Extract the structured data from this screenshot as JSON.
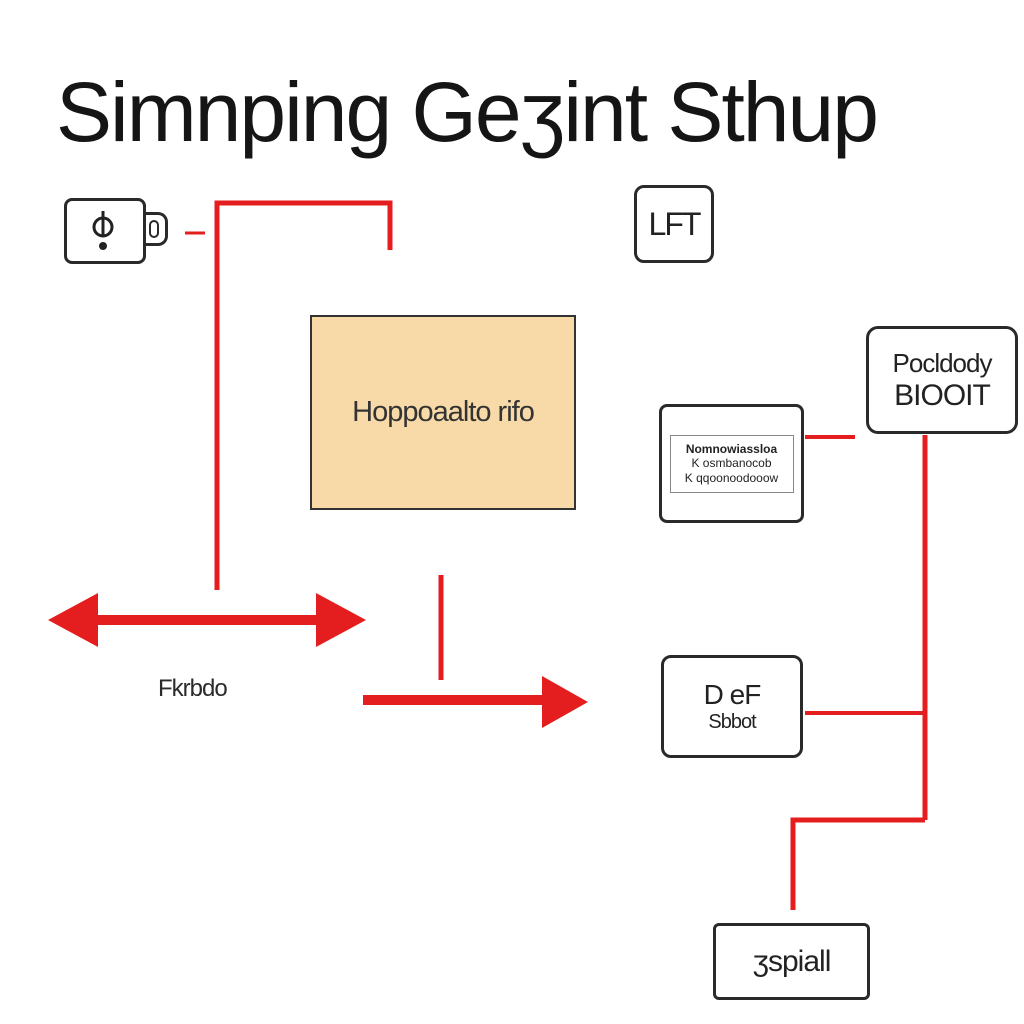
{
  "title": "Simnping Geʒint Sthup",
  "labels": {
    "top_right_box": "LFT",
    "center_box": "Hoppoaalto rifo",
    "right_top_box_line1": "Pocldody",
    "right_top_box_line2": "BIOOIT",
    "middle_right_box_line1": "Nomnowiassloa",
    "middle_right_box_line2": "K osmbanocob",
    "middle_right_box_line3": "K qqoonoodooow",
    "lower_right_box_line1": "D eF",
    "lower_right_box_line2": "Sbbot",
    "bottom_box": "ʒspiall",
    "free_label": "Fkrbdo"
  },
  "colors": {
    "wire": "#e41e1e",
    "center_fill": "#f8d9a8",
    "box_border": "#2a2a2a"
  },
  "icons": {
    "device": "device-icon",
    "plug": "plug-icon"
  }
}
